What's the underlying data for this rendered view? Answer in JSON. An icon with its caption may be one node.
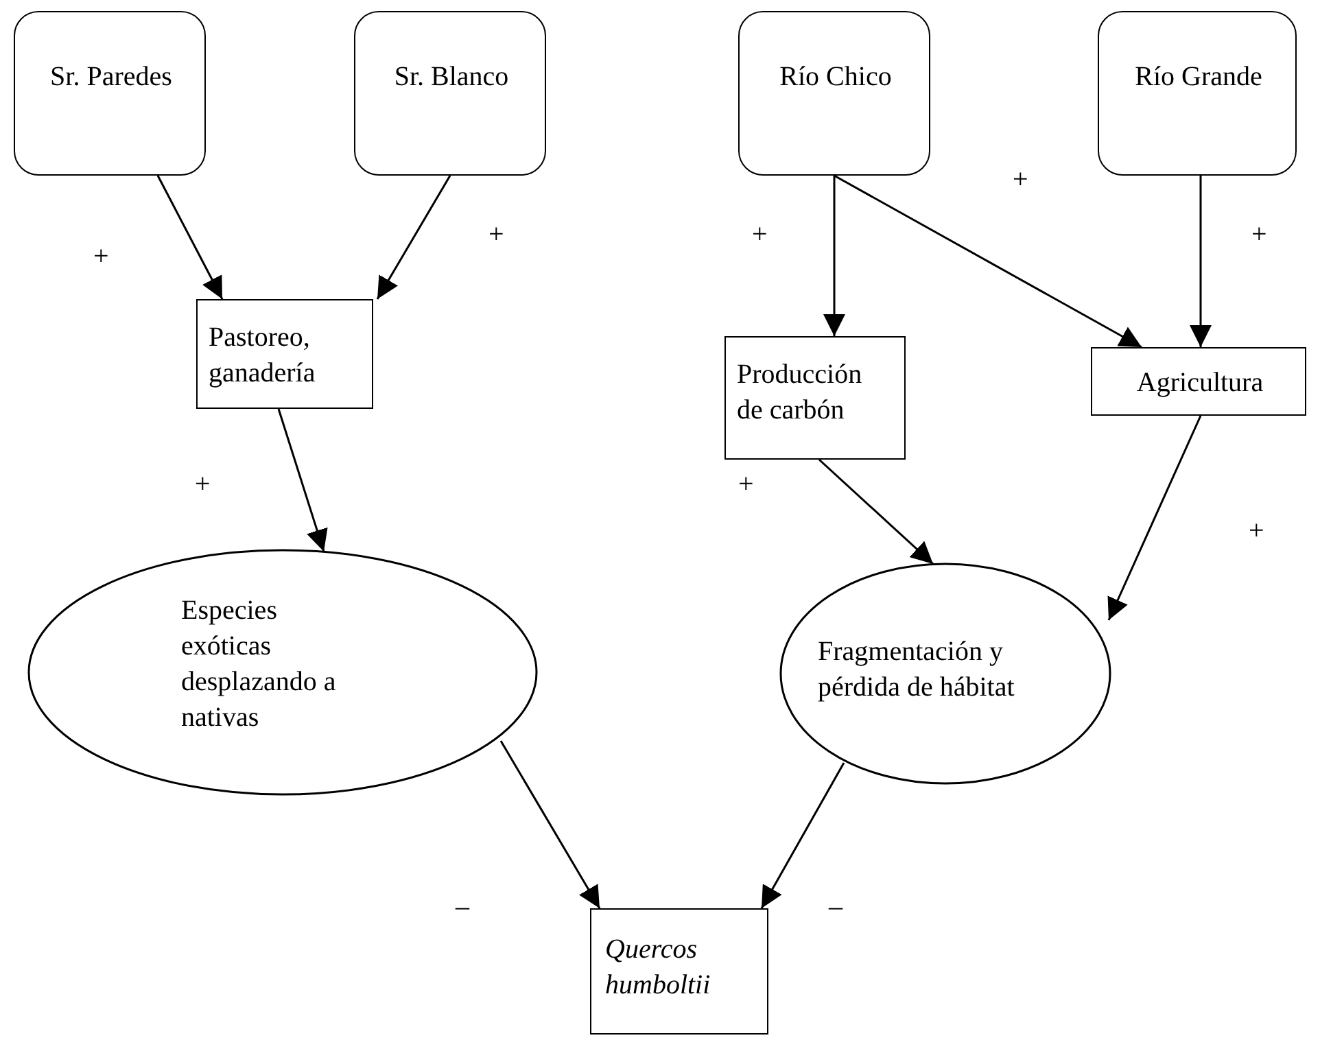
{
  "diagram": {
    "nodes": [
      {
        "text": [
          "Sr. Paredes"
        ]
      },
      {
        "text": [
          "Sr. Blanco"
        ]
      },
      {
        "text": [
          "Río Chico"
        ]
      },
      {
        "text": [
          "Río Grande"
        ]
      },
      {
        "text": [
          "Pastoreo, ganadería"
        ]
      },
      {
        "text": [
          "Producción de carbón"
        ]
      },
      {
        "text": [
          "Agricultura"
        ]
      },
      {
        "text": [
          "Especies exóticas desplazando a nativas"
        ]
      },
      {
        "text": [
          "Fragmentación y pérdida de hábitat"
        ]
      },
      {
        "text": [
          "Quercos humboltii"
        ]
      }
    ],
    "edges": [
      {
        "from": 0,
        "to": 4,
        "arrow": "to",
        "label": "+"
      },
      {
        "from": 1,
        "to": 4,
        "arrow": "to",
        "label": "+"
      },
      {
        "from": 2,
        "to": 5,
        "arrow": "to",
        "label": "+"
      },
      {
        "from": 2,
        "to": 6,
        "arrow": "to",
        "label": "+"
      },
      {
        "from": 3,
        "to": 6,
        "arrow": "to",
        "label": "+"
      },
      {
        "from": 4,
        "to": 7,
        "arrow": "to",
        "label": "+"
      },
      {
        "from": 5,
        "to": 8,
        "arrow": "to",
        "label": "+"
      },
      {
        "from": 6,
        "to": 8,
        "arrow": "to",
        "label": "+"
      },
      {
        "from": 7,
        "to": 9,
        "arrow": "to",
        "label": "–"
      },
      {
        "from": 8,
        "to": 9,
        "arrow": "to",
        "label": "–"
      }
    ]
  }
}
